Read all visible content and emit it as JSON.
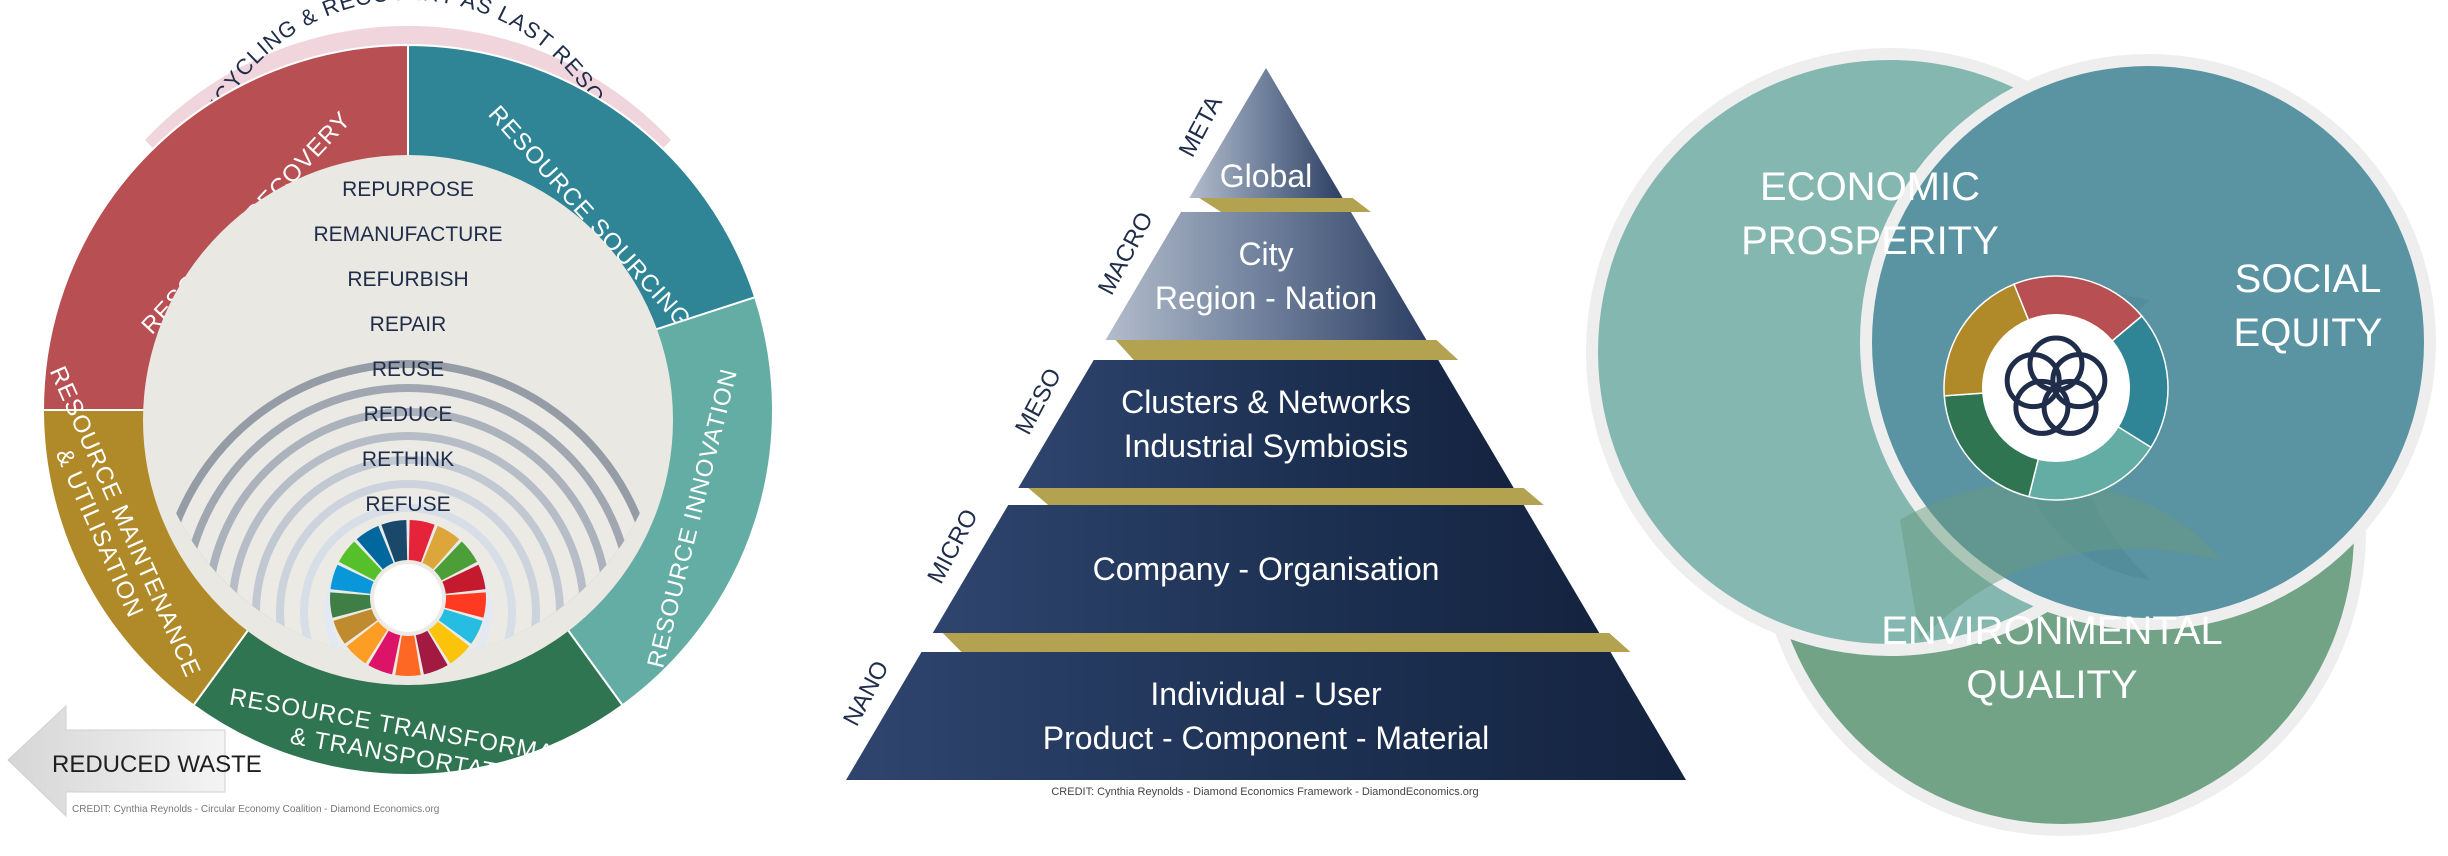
{
  "circular_economy": {
    "outer_arc_label": "RECYCLING & RECOVERY AS LAST RESORT",
    "segments": [
      {
        "label": "RESOURCE RECOVERY",
        "color": "#b84f53"
      },
      {
        "label": "RESOURCE SOURCING",
        "color": "#2f8595"
      },
      {
        "label": "RESOURCE INNOVATION",
        "color": "#64ada4"
      },
      {
        "label": "RESOURCE TRANSFORMATION",
        "label2": "& TRANSPORTATION",
        "color": "#2f7552"
      },
      {
        "label": "RESOURCE MAINTENANCE",
        "label2": "& UTILISATION",
        "color": "#b08a28"
      }
    ],
    "r_levels": [
      "REPURPOSE",
      "REMANUFACTURE",
      "REFURBISH",
      "REPAIR",
      "REUSE",
      "REDUCE",
      "RETHINK",
      "REFUSE"
    ],
    "arrow_label": "REDUCED WASTE",
    "credit": "CREDIT: Cynthia Reynolds - Circular Economy Coalition - Diamond Economics.org",
    "sdg_colors": [
      "#e5243b",
      "#dda63a",
      "#4c9f38",
      "#c5192d",
      "#ff3a21",
      "#26bde2",
      "#fcc30b",
      "#a21942",
      "#fd6925",
      "#dd1367",
      "#fd9d24",
      "#bf8b2e",
      "#3f7e44",
      "#0a97d9",
      "#56c02b",
      "#00689d",
      "#19486a"
    ]
  },
  "pyramid": {
    "levels": [
      {
        "tag": "META",
        "lines": [
          "Global"
        ]
      },
      {
        "tag": "MACRO",
        "lines": [
          "City",
          "Region - Nation"
        ]
      },
      {
        "tag": "MESO",
        "lines": [
          "Clusters & Networks",
          "Industrial Symbiosis"
        ]
      },
      {
        "tag": "MICRO",
        "lines": [
          "Company - Organisation"
        ]
      },
      {
        "tag": "NANO",
        "lines": [
          "Individual - User",
          "Product - Component - Material"
        ]
      }
    ],
    "credit": "CREDIT: Cynthia Reynolds - Diamond Economics Framework - DiamondEconomics.org"
  },
  "venn": {
    "circles": [
      {
        "lines": [
          "ECONOMIC",
          "PROSPERITY"
        ],
        "color": "#84b7b0"
      },
      {
        "lines": [
          "SOCIAL",
          "EQUITY"
        ],
        "color": "#5a93a1"
      },
      {
        "lines": [
          "ENVIRONMENTAL",
          "QUALITY"
        ],
        "color": "#72a386"
      }
    ]
  }
}
